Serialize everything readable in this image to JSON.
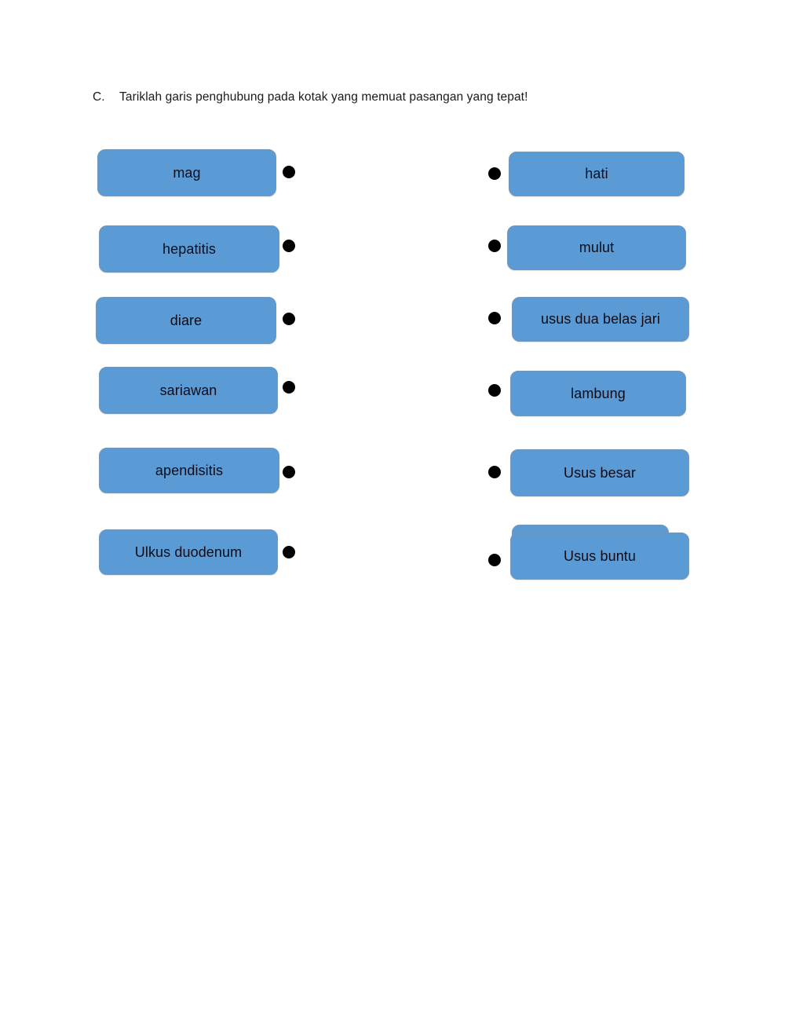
{
  "instruction": {
    "marker": "C.",
    "text": "Tariklah garis penghubung  pada kotak yang memuat pasangan yang tepat!"
  },
  "colors": {
    "card_fill": "#5B9BD5",
    "card_border": "#7596B8",
    "dot": "#000000",
    "page_background": "#FFFFFF",
    "text": "#0D0D1A"
  },
  "left_column": {
    "items": [
      {
        "label": "mag"
      },
      {
        "label": "hepatitis"
      },
      {
        "label": "diare"
      },
      {
        "label": "sariawan"
      },
      {
        "label": "apendisitis"
      },
      {
        "label": "Ulkus duodenum"
      }
    ]
  },
  "right_column": {
    "items": [
      {
        "label": "hati"
      },
      {
        "label": "mulut"
      },
      {
        "label": "usus dua belas jari"
      },
      {
        "label": "lambung"
      },
      {
        "label": "Usus besar"
      },
      {
        "label": "Usus buntu"
      }
    ],
    "hidden_card_behind_last": {
      "label": ""
    }
  }
}
